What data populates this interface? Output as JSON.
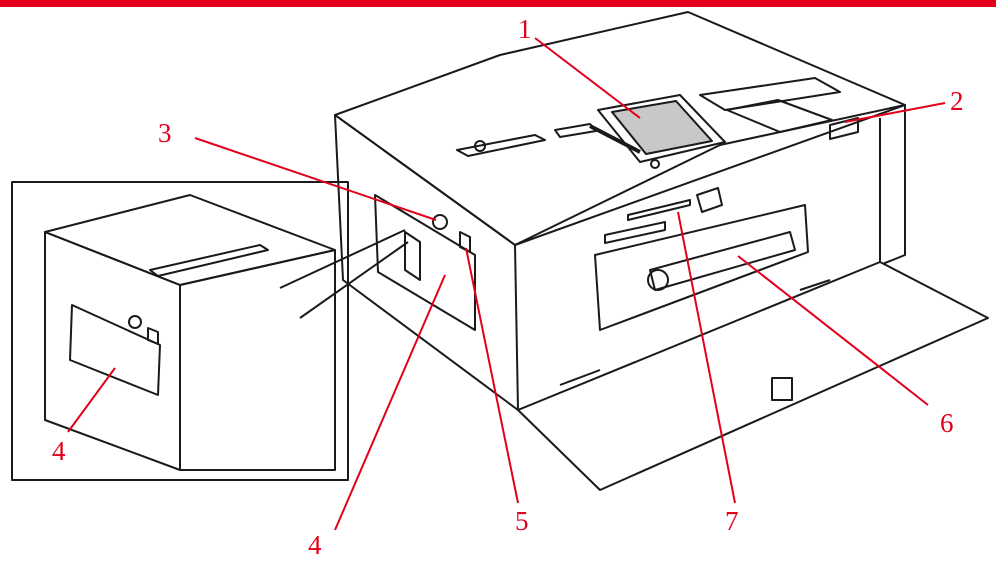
{
  "colors": {
    "accent": "#e3001b",
    "outline": "#1a1a1a",
    "screen": "#c8c8c8",
    "background": "#ffffff"
  },
  "callouts": [
    {
      "number": "1",
      "part": "lcd-screen"
    },
    {
      "number": "2",
      "part": "side-port"
    },
    {
      "number": "3",
      "part": "side-button"
    },
    {
      "number": "4",
      "part": "side-cover-inset"
    },
    {
      "number": "4",
      "part": "side-cover"
    },
    {
      "number": "5",
      "part": "usb-port"
    },
    {
      "number": "6",
      "part": "paper-roller"
    },
    {
      "number": "7",
      "part": "card-slot"
    }
  ]
}
